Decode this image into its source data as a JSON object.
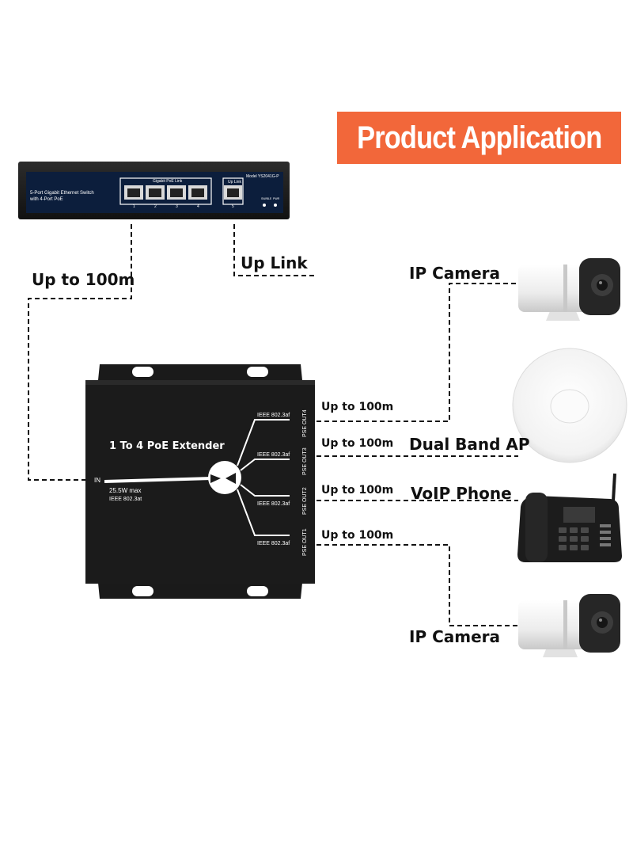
{
  "banner": {
    "title": "Product Application"
  },
  "switch": {
    "model": "Model YS2041G-P",
    "desc_line1": "5-Port Gigabit Ethernet Switch",
    "desc_line2": "with 4-Port PoE",
    "poe_group": "Gigabit PoE Link",
    "uplink_group": "Up Link",
    "ports": [
      "1",
      "2",
      "3",
      "4",
      "5"
    ],
    "led1": "SW/BLE",
    "led2": "PWR"
  },
  "links": {
    "uplink": "Up Link",
    "switch_distance": "Up to 100m",
    "out4": "Up to 100m",
    "out3": "Up to 100m",
    "out2": "Up to 100m",
    "out1": "Up to 100m"
  },
  "extender": {
    "title": "1 To 4 PoE Extender",
    "in": "IN",
    "power": "25.5W max",
    "in_std": "IEEE 802.3at",
    "out_std": [
      "IEEE 802.3af",
      "IEEE 802.3af",
      "IEEE 802.3af",
      "IEEE 802.3af"
    ],
    "ports": [
      "PSE OUT4",
      "PSE OUT3",
      "PSE OUT2",
      "PSE OUT1"
    ]
  },
  "devices": {
    "camera_top": "IP Camera",
    "ap": "Dual Band AP",
    "phone": "VoIP Phone",
    "camera_bottom": "IP Camera"
  },
  "colors": {
    "accent": "#f2673a",
    "device_body": "#1b1b1b",
    "switch_panel": "#0c1e3c"
  }
}
